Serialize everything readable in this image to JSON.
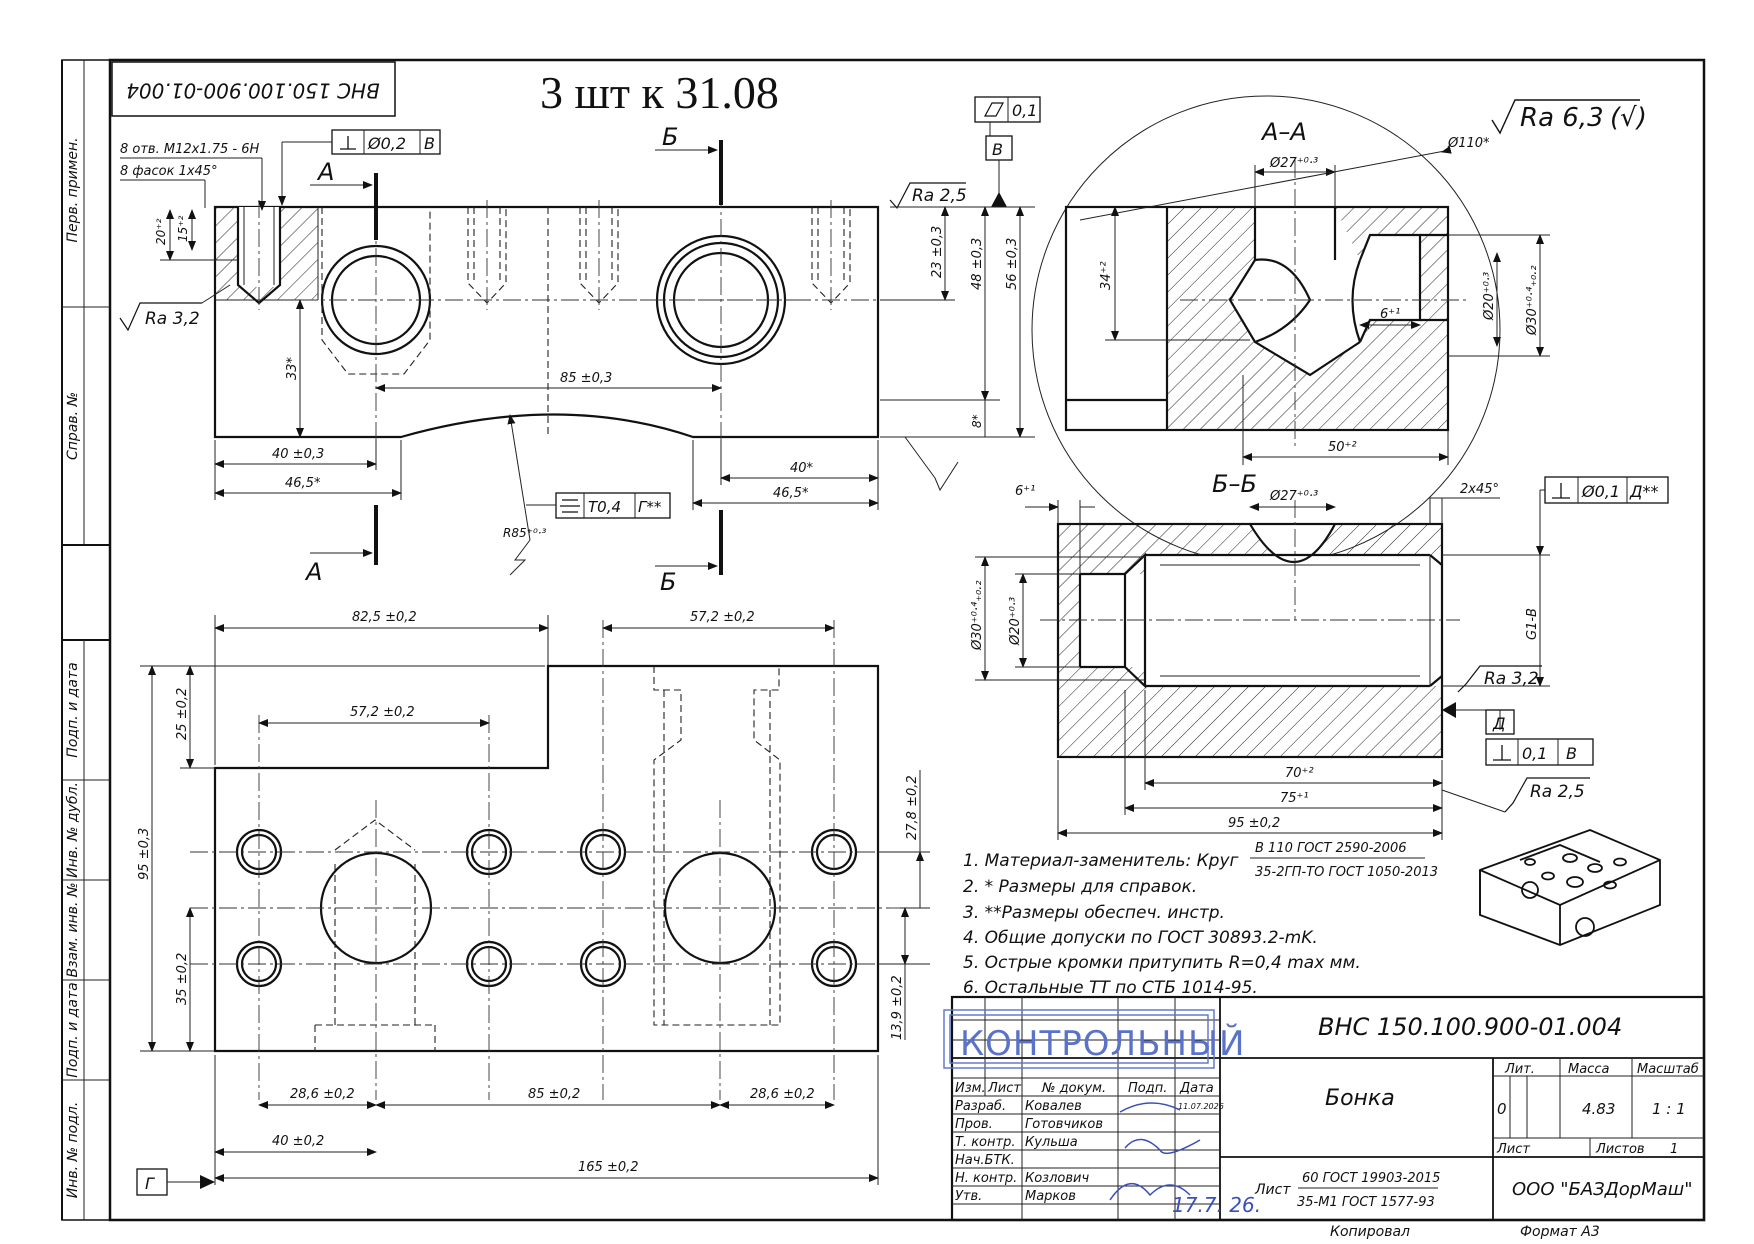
{
  "handwritten_note": "3 шт к 31.08",
  "doc_code": "ВНС 150.100.900-01.004",
  "doc_code_rotated": "ВНС 150.100.900-01.004",
  "side_labels": [
    "Перв. примен.",
    "Справ. №",
    "Подп. и дата",
    "Инв. № дубл.",
    "Взам. инв. №",
    "Подп. и дата",
    "Инв. № подл."
  ],
  "roughness": {
    "general": "Ra 6,3",
    "general_suffix": "(√)",
    "top": "Ra 2,5",
    "left": "Ra 3,2",
    "bb_right": "Ra 3,2",
    "bb_bottom": "Ra 2,5"
  },
  "front_view": {
    "thread_note": "8 отв. M12x1.75 - 6H",
    "chamfer_note": "8 фасок 1x45°",
    "tol_perp": "Ø0,2",
    "tol_perp_datum": "В",
    "tol_flat": "0,1",
    "datum_b": "В",
    "tol_sym": "Т0,4",
    "tol_sym_datum": "Г**",
    "dims": {
      "d20": "20⁺²",
      "d15": "15⁺²",
      "d33": "33*",
      "d85": "85 ±0,3",
      "d40": "40 ±0,3",
      "d465": "46,5*",
      "d40r": "40*",
      "d465r": "46,5*",
      "r85": "R85⁺⁰·³",
      "d23": "23 ±0,3",
      "d48": "48 ±0,3",
      "d56": "56 ±0,3",
      "d8": "8*"
    },
    "section_a": "А",
    "section_b": "Б"
  },
  "section_aa": {
    "title": "А–А",
    "d110": "Ø110*",
    "d27": "Ø27⁺⁰·³",
    "d34": "34⁺²",
    "d6": "6⁺¹",
    "d20": "Ø20⁺⁰·³",
    "d30": "Ø30⁺⁰·⁴₊₀.₂",
    "d50": "50⁺²"
  },
  "section_bb": {
    "title": "Б–Б",
    "d6": "6⁺¹",
    "d27": "Ø27⁺⁰·³",
    "chamfer": "2x45°",
    "tol": "Ø0,1",
    "tol_datum": "Д**",
    "d30": "Ø30⁺⁰·⁴₊₀.₂",
    "d20": "Ø20⁺⁰·³",
    "thread": "G1-B",
    "datum_d": "Д",
    "tol2": "0,1",
    "tol2_datum": "В",
    "d70": "70⁺²",
    "d75": "75⁺¹",
    "d95": "95 ±0,2"
  },
  "top_view": {
    "d825": "82,5 ±0,2",
    "d572a": "57,2 ±0,2",
    "d572b": "57,2 ±0,2",
    "d25": "25 ±0,2",
    "d95": "95 ±0,3",
    "d35": "35 ±0,2",
    "d278": "27,8 ±0,2",
    "d139": "13,9 ±0,2",
    "d286a": "28,6 ±0,2",
    "d85": "85 ±0,2",
    "d286b": "28,6 ±0,2",
    "d40": "40 ±0,2",
    "d165": "165 ±0,2",
    "datum_g": "Г"
  },
  "notes": [
    "1. Материал-заменитель:  Круг",
    "2. * Размеры для справок.",
    "3. **Размеры обеспеч. инстр.",
    "4. Общие допуски по ГОСТ 30893.2-mK.",
    "5. Острые кромки притупить R=0,4 max мм.",
    "6. Остальные ТТ по СТБ 1014-95."
  ],
  "material_top": "В 110  ГОСТ 2590-2006",
  "material_bottom": "35-2ГП-ТО ГОСТ 1050-2013",
  "stamp_text": "КОНТРОЛЬНЫЙ",
  "title_block": {
    "part_name": "Бонка",
    "headers": [
      "Изм.",
      "Лист",
      "№ докум.",
      "Подп.",
      "Дата"
    ],
    "roles": [
      {
        "role": "Разраб.",
        "name": "Ковалев"
      },
      {
        "role": "Пров.",
        "name": "Готовчиков"
      },
      {
        "role": "Т. контр.",
        "name": "Кульша"
      },
      {
        "role": "Нач.БТК.",
        "name": ""
      },
      {
        "role": "Н. контр.",
        "name": "Козлович"
      },
      {
        "role": "Утв.",
        "name": "Марков"
      }
    ],
    "date": "11.07.2026",
    "handwritten_date": "17.7. 26.",
    "lit_label": "Лит.",
    "mass_label": "Масса",
    "scale_label": "Масштаб",
    "lit": "0",
    "mass": "4.83",
    "scale": "1 : 1",
    "sheet_label": "Лист",
    "sheets_label": "Листов",
    "sheets": "1",
    "material_label": "Лист",
    "material_top": "60 ГОСТ 19903-2015",
    "material_bottom": "35-М1 ГОСТ 1577-93",
    "company": "ООО \"БАЗДорМаш\"",
    "copied": "Копировал",
    "format": "Формат А3"
  }
}
